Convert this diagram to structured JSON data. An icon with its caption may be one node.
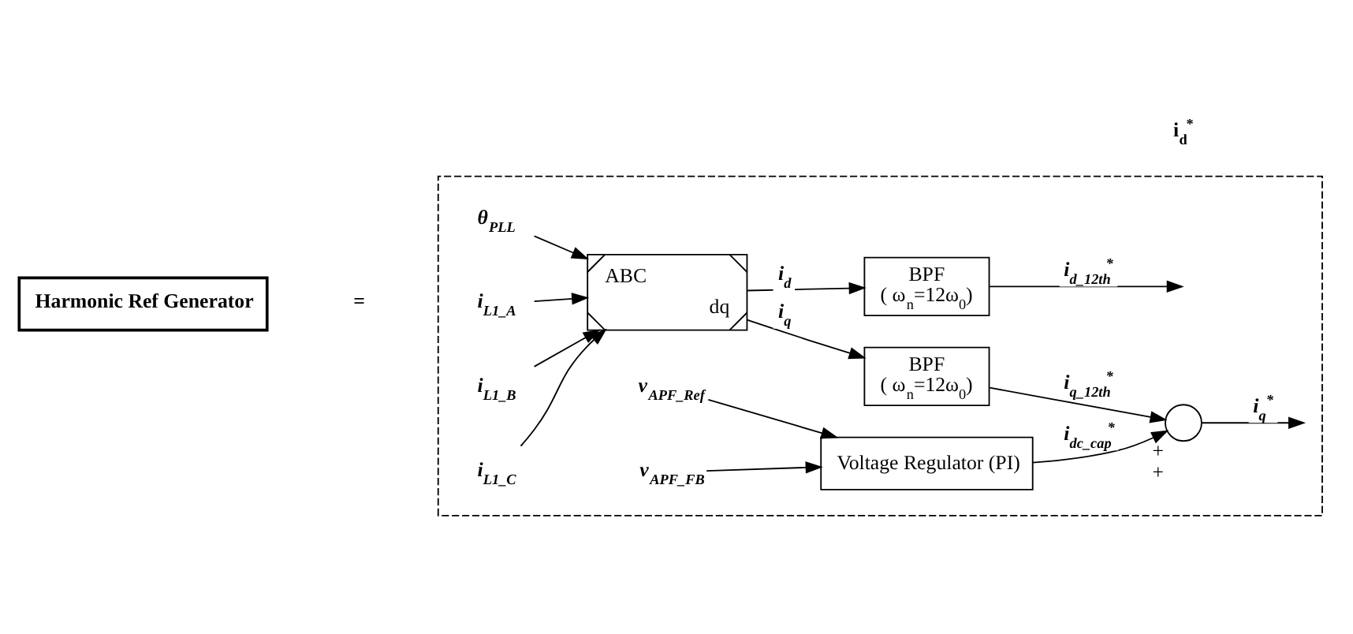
{
  "diagram": {
    "nodes": [
      {
        "text": [
          "Harmonic Ref Generator"
        ]
      },
      {
        "text": [],
        "shape": "box"
      },
      {
        "text": [
          "θ$_{PLL}$"
        ],
        "in": 1
      },
      {
        "text": [
          "i$_{L1_A}$"
        ],
        "in": 1
      },
      {
        "text": [
          "i$_{L1_B}$"
        ],
        "in": 1
      },
      {
        "text": [
          "i$_{L1_C}$"
        ],
        "in": 1
      },
      {
        "text": [
          "ABC",
          "dq"
        ],
        "in": 1
      },
      {
        "text": [
          "BPF",
          "( ω$_{n}$=12ω$_{0}$)"
        ],
        "in": 1
      },
      {
        "text": [
          "BPF",
          "( ω$_{n}$=12ω$_{0}$)"
        ],
        "in": 1
      },
      {
        "text": [],
        "shape": "circle",
        "beside": [
          "+",
          "+"
        ],
        "in": 1
      },
      {
        "text": [
          "v$_{APF_Ref}$"
        ],
        "in": 1
      },
      {
        "text": [
          "v$_{APF_FB}$"
        ],
        "in": 1
      },
      {
        "text": [
          "Voltage Regulator (PI)"
        ],
        "in": 1
      }
    ],
    "edges": [
      {
        "from": 2,
        "to": 6,
        "arrow": "to"
      },
      {
        "from": 3,
        "to": 6,
        "arrow": "to"
      },
      {
        "from": 4,
        "to": 6,
        "arrow": "to"
      },
      {
        "from": 5,
        "to": 6,
        "arrow": "to"
      },
      {
        "from": 6,
        "to": 7,
        "arrow": "to",
        "label": "i$_{d}$"
      },
      {
        "from": 6,
        "to": 8,
        "arrow": "to",
        "label": "i$_{q}$"
      },
      {
        "from": 7,
        "to": null,
        "arrow": "to",
        "label": "i$_{d_12th}$$^{*}$"
      },
      {
        "from": 8,
        "to": 9,
        "arrow": "to",
        "label": "i$_{q_12th}$$^{*}$"
      },
      {
        "from": 9,
        "to": null,
        "arrow": "to",
        "label": "i$_{q}$$^{*}$"
      },
      {
        "from": 10,
        "to": 12,
        "arrow": "to"
      },
      {
        "from": 11,
        "to": 12,
        "arrow": "to"
      },
      {
        "from": 12,
        "to": 9,
        "arrow": "to",
        "label": "i$_{dc_cap}$$^{*}$"
      }
    ],
    "labels": [
      "=",
      "i$_{d}$$^{*}$"
    ]
  }
}
